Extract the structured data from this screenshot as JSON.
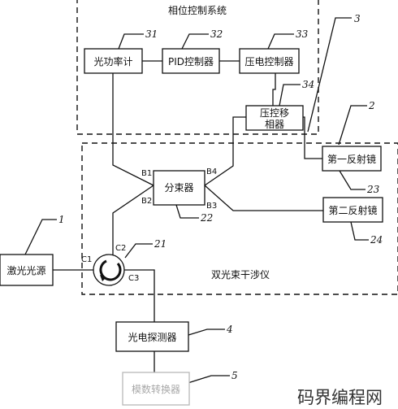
{
  "labels": {
    "phase_system": "相位控制系统",
    "interferometer": "双光束干涉仪",
    "power_meter": "光功率计",
    "pid": "PID控制器",
    "piezo_ctrl": "压电控制器",
    "phase_shifter_l1": "压控移",
    "phase_shifter_l2": "相器",
    "mirror1": "第一反射镜",
    "mirror2": "第二反射镜",
    "splitter": "分束器",
    "laser": "激光光源",
    "detector": "光电探测器",
    "adc": "模数转换器"
  },
  "ports": {
    "b1": "B1",
    "b2": "B2",
    "b3": "B3",
    "b4": "B4",
    "c1": "C1",
    "c2": "C2",
    "c3": "C3"
  },
  "refs": {
    "r1": "1",
    "r2": "2",
    "r3": "3",
    "r4": "4",
    "r5": "5",
    "r21": "21",
    "r22": "22",
    "r23": "23",
    "r24": "24",
    "r31": "31",
    "r32": "32",
    "r33": "33",
    "r34": "34"
  },
  "watermark": "码界编程网"
}
